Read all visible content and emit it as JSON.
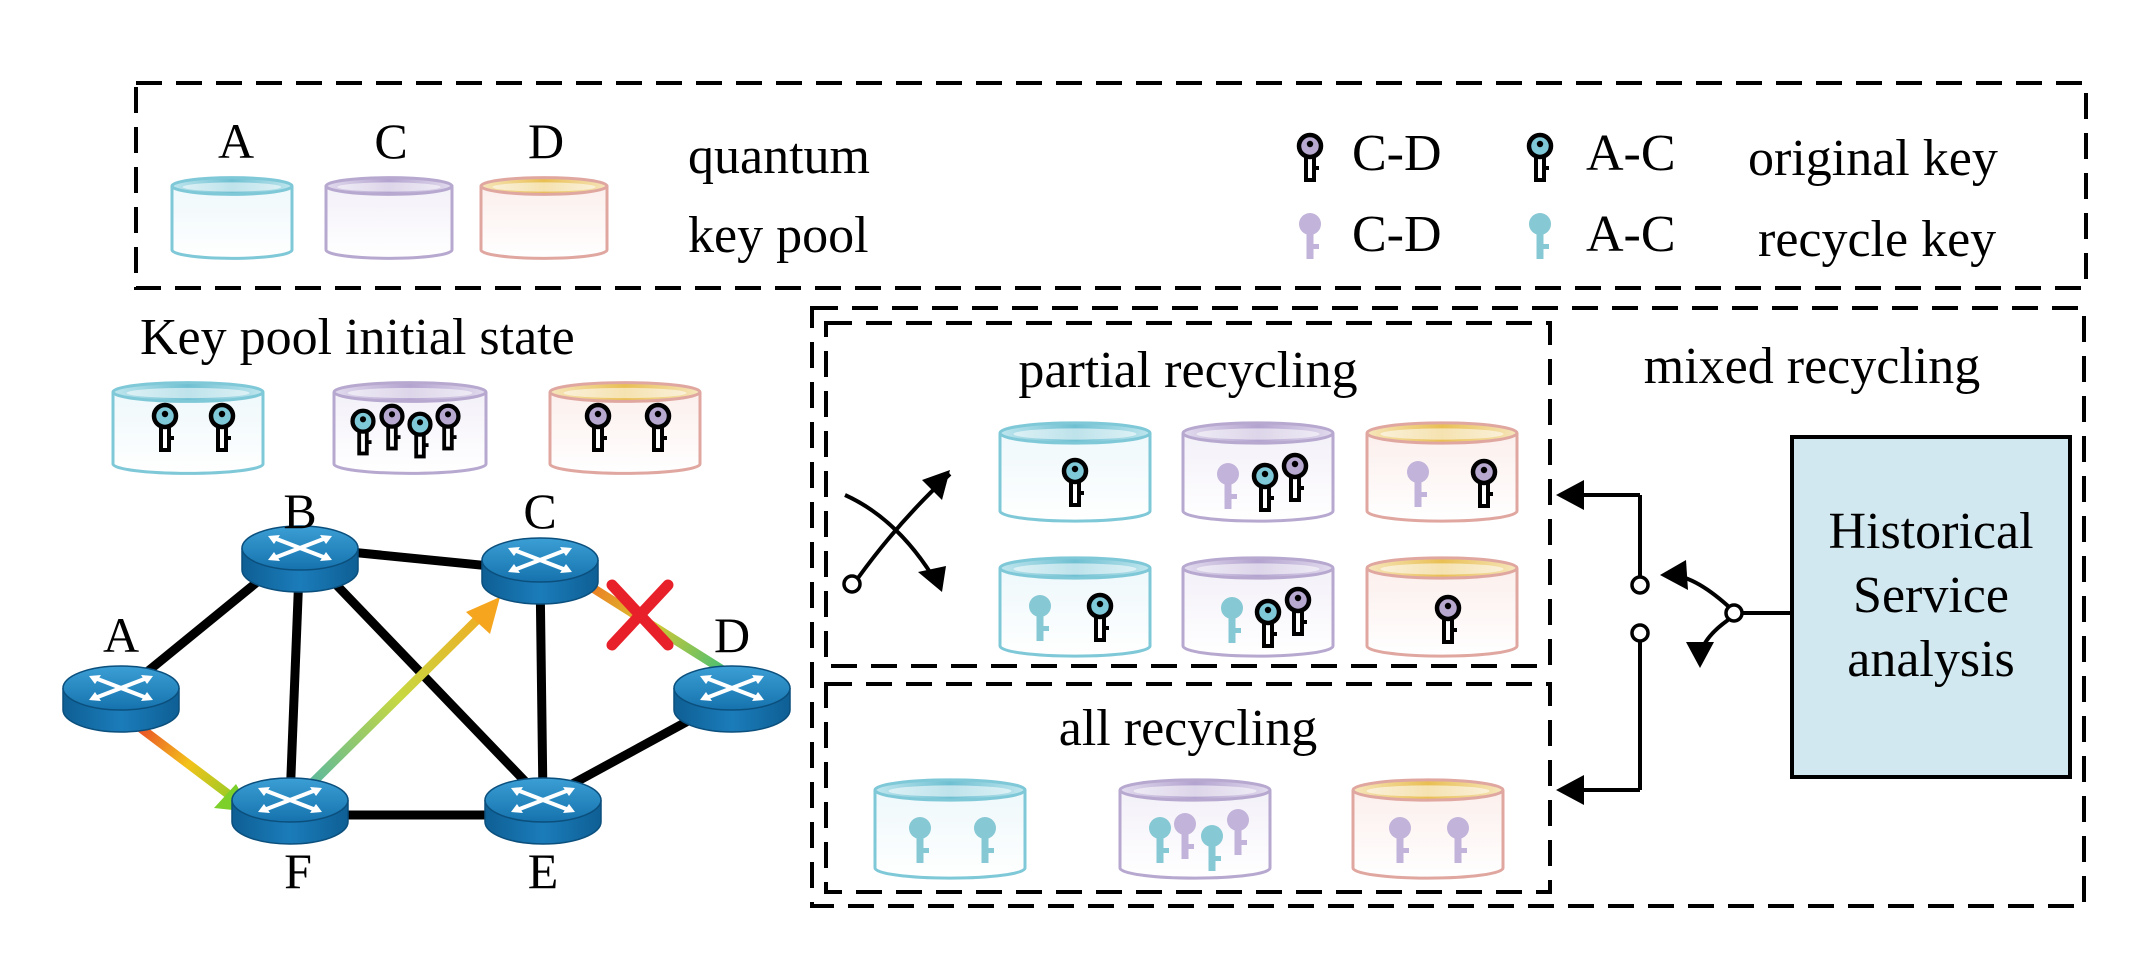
{
  "legend": {
    "pool_labels": [
      "A",
      "C",
      "D"
    ],
    "pool_caption_line1": "quantum",
    "pool_caption_line2": "key pool",
    "original_key_pair1": "C-D",
    "original_key_pair2": "A-C",
    "original_key_caption": "original key",
    "recycle_key_pair1": "C-D",
    "recycle_key_pair2": "A-C",
    "recycle_key_caption": "recycle key"
  },
  "initial_state": {
    "title": "Key pool initial state"
  },
  "network": {
    "nodes": [
      "A",
      "B",
      "C",
      "D",
      "E",
      "F"
    ]
  },
  "mixed": {
    "title": "mixed recycling",
    "partial_title": "partial recycling",
    "all_title": "all recycling"
  },
  "analysis": {
    "line1": "Historical",
    "line2": "Service",
    "line3": "analysis"
  },
  "colors": {
    "pool_a": "#7ec8d8",
    "pool_c": "#b7a8d0",
    "pool_d": "#e8c25a",
    "pool_d_side": "#e0a7a0",
    "router": "#1a7ab4",
    "recycle_ac": "#86c8d4",
    "recycle_cd": "#c2b3da",
    "analysis_box": "#d2e8f1",
    "failure_mark": "#e8202a"
  }
}
